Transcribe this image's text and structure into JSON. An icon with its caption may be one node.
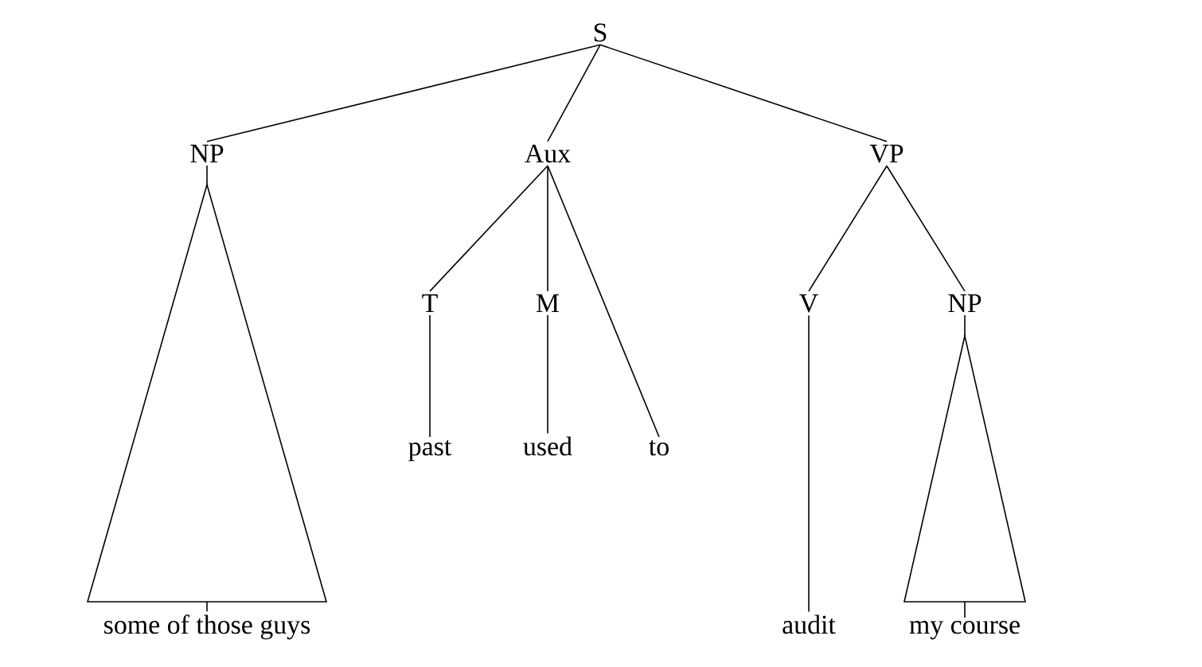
{
  "diagram": {
    "nodes": [
      {
        "text": [
          "S"
        ]
      },
      {
        "text": [
          "NP"
        ]
      },
      {
        "text": [
          "Aux"
        ]
      },
      {
        "text": [
          "VP"
        ]
      },
      {
        "text": [
          "T"
        ]
      },
      {
        "text": [
          "M"
        ]
      },
      {
        "text": [
          "V"
        ]
      },
      {
        "text": [
          "NP"
        ]
      },
      {
        "text": [
          "past"
        ]
      },
      {
        "text": [
          "used"
        ]
      },
      {
        "text": [
          "to"
        ]
      },
      {
        "text": [
          "some of those guys"
        ]
      },
      {
        "text": [
          "audit"
        ]
      },
      {
        "text": [
          "my course"
        ]
      },
      {
        "text": [],
        "shape": "triangle"
      },
      {
        "text": [],
        "shape": "triangle"
      }
    ],
    "edges": [
      {
        "from": 0,
        "to": 1,
        "arrow": "none"
      },
      {
        "from": 0,
        "to": 2,
        "arrow": "none"
      },
      {
        "from": 0,
        "to": 3,
        "arrow": "none"
      },
      {
        "from": 1,
        "to": 14,
        "arrow": "none"
      },
      {
        "from": 14,
        "to": 11,
        "arrow": "none"
      },
      {
        "from": 2,
        "to": 4,
        "arrow": "none"
      },
      {
        "from": 2,
        "to": 5,
        "arrow": "none"
      },
      {
        "from": 2,
        "to": 10,
        "arrow": "none"
      },
      {
        "from": 3,
        "to": 6,
        "arrow": "none"
      },
      {
        "from": 3,
        "to": 7,
        "arrow": "none"
      },
      {
        "from": 4,
        "to": 8,
        "arrow": "none"
      },
      {
        "from": 5,
        "to": 9,
        "arrow": "none"
      },
      {
        "from": 6,
        "to": 12,
        "arrow": "none"
      },
      {
        "from": 7,
        "to": 15,
        "arrow": "none"
      },
      {
        "from": 15,
        "to": 13,
        "arrow": "none"
      }
    ]
  }
}
